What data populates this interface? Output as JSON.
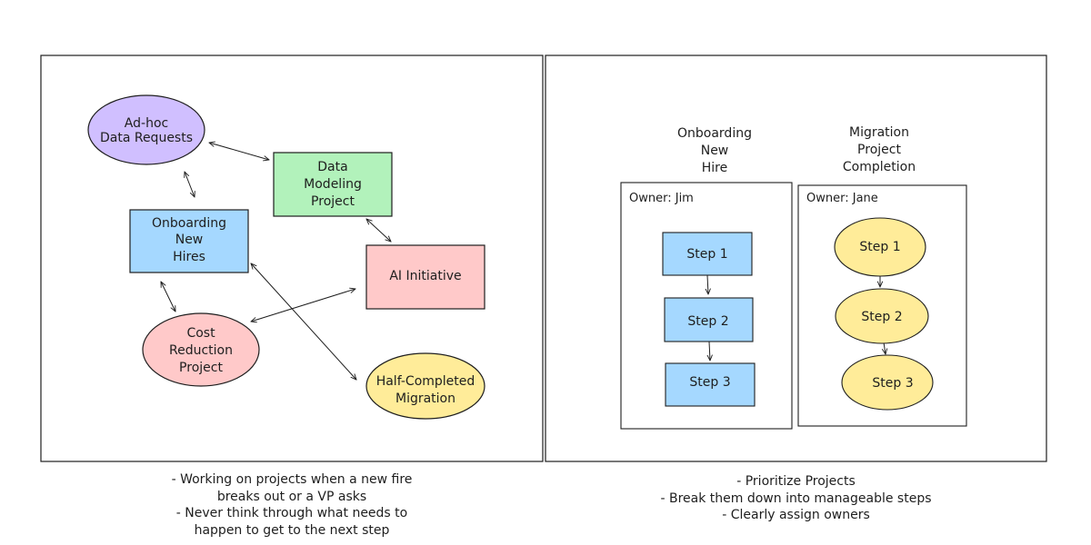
{
  "left_panel": {
    "nodes": {
      "adhoc": [
        "Ad-hoc",
        "Data Requests"
      ],
      "data_modeling": [
        "Data",
        "Modeling",
        "Project"
      ],
      "onboarding": [
        "Onboarding",
        "New",
        "Hires"
      ],
      "ai": [
        "AI Initiative"
      ],
      "cost": [
        "Cost",
        "Reduction",
        "Project"
      ],
      "migration": [
        "Half-Completed",
        "Migration"
      ]
    },
    "notes": [
      "- Working on projects when a new fire",
      "breaks out or a VP asks",
      "- Never think through what needs to",
      "happen to get to the next step"
    ]
  },
  "right_panel": {
    "columns": [
      {
        "heading": [
          "Onboarding",
          "New",
          "Hire"
        ],
        "owner": "Owner: Jim",
        "steps": [
          "Step 1",
          "Step 2",
          "Step 3"
        ]
      },
      {
        "heading": [
          "Migration",
          "Project",
          "Completion"
        ],
        "owner": "Owner: Jane",
        "steps": [
          "Step 1",
          "Step 2",
          "Step 3"
        ]
      }
    ],
    "notes": [
      "- Prioritize Projects",
      "- Break them down into manageable steps",
      "- Clearly assign owners"
    ]
  },
  "colors": {
    "purple": "#d0bfff",
    "green": "#b2f2bb",
    "blue": "#a5d8ff",
    "pink": "#ffc9c9",
    "yellow": "#ffec99",
    "stroke": "#1e1e1e"
  }
}
